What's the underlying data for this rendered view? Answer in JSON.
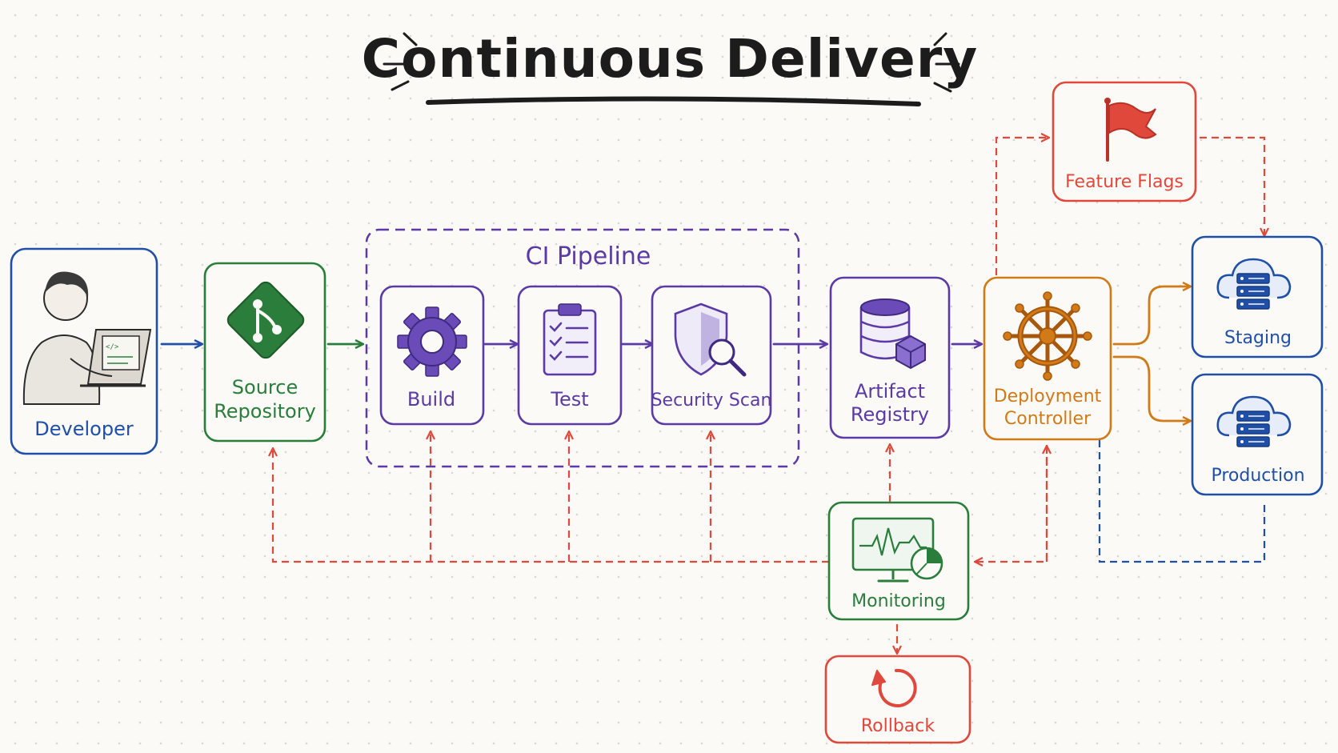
{
  "title": "Continuous Delivery",
  "group": {
    "label": "CI Pipeline"
  },
  "nodes": {
    "developer": {
      "label": "Developer",
      "icon": "developer-laptop-icon"
    },
    "source": {
      "label_line1": "Source",
      "label_line2": "Repository",
      "icon": "git-icon"
    },
    "build": {
      "label": "Build",
      "icon": "gear-icon"
    },
    "test": {
      "label": "Test",
      "icon": "clipboard-checklist-icon"
    },
    "security": {
      "label": "Security Scan",
      "icon": "shield-search-icon"
    },
    "artifact": {
      "label_line1": "Artifact",
      "label_line2": "Registry",
      "icon": "database-box-icon"
    },
    "controller": {
      "label_line1": "Deployment",
      "label_line2": "Controller",
      "icon": "ship-wheel-icon"
    },
    "flags": {
      "label": "Feature Flags",
      "icon": "flag-icon"
    },
    "staging": {
      "label": "Staging",
      "icon": "cloud-server-icon"
    },
    "production": {
      "label": "Production",
      "icon": "cloud-server-icon"
    },
    "monitoring": {
      "label": "Monitoring",
      "icon": "monitor-chart-icon"
    },
    "rollback": {
      "label": "Rollback",
      "icon": "rollback-arrow-icon"
    }
  },
  "colors": {
    "blue": "#1f4fa8",
    "green": "#2a7d3b",
    "purple": "#5b3aa6",
    "orange": "#d07a18",
    "red": "#e0483b",
    "dark": "#1c1c1c"
  }
}
